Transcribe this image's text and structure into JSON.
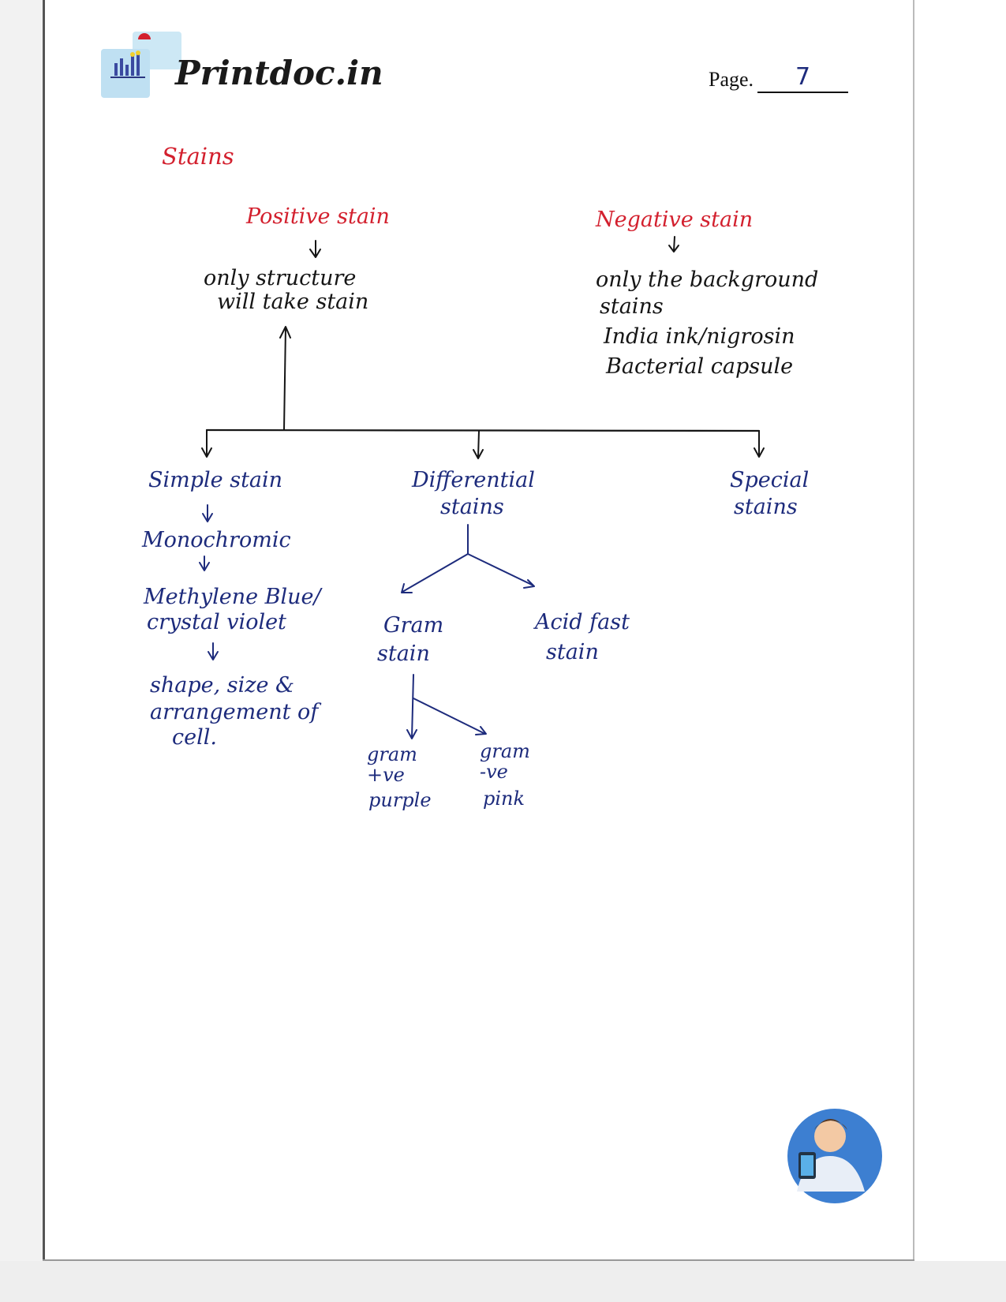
{
  "header": {
    "brand": "Printdoc.in",
    "page_label": "Page.",
    "page_number": "7"
  },
  "title": "Stains",
  "positive": {
    "heading": "Positive stain",
    "desc": [
      "only structure",
      "will take stain"
    ]
  },
  "negative": {
    "heading": "Negative stain",
    "desc": [
      "only the background",
      "stains",
      "India ink/nigrosin",
      "Bacterial capsule"
    ]
  },
  "simple": {
    "heading": "Simple stain",
    "step1": "Monochromic",
    "step2": [
      "Methylene Blue/",
      "crystal violet"
    ],
    "step3": [
      "shape, size &",
      "arrangement of",
      "cell."
    ]
  },
  "differential": {
    "heading": [
      "Differential",
      "stains"
    ],
    "gram": {
      "heading": [
        "Gram",
        "stain"
      ],
      "positive": [
        "gram",
        "+ve",
        "purple"
      ],
      "negative": [
        "gram",
        "-ve",
        "pink"
      ]
    },
    "acid_fast": [
      "Acid fast",
      "stain"
    ]
  },
  "special": [
    "Special",
    "stains"
  ],
  "colors": {
    "red": "#d3202e",
    "black": "#151515",
    "blue": "#1d2b7c"
  }
}
